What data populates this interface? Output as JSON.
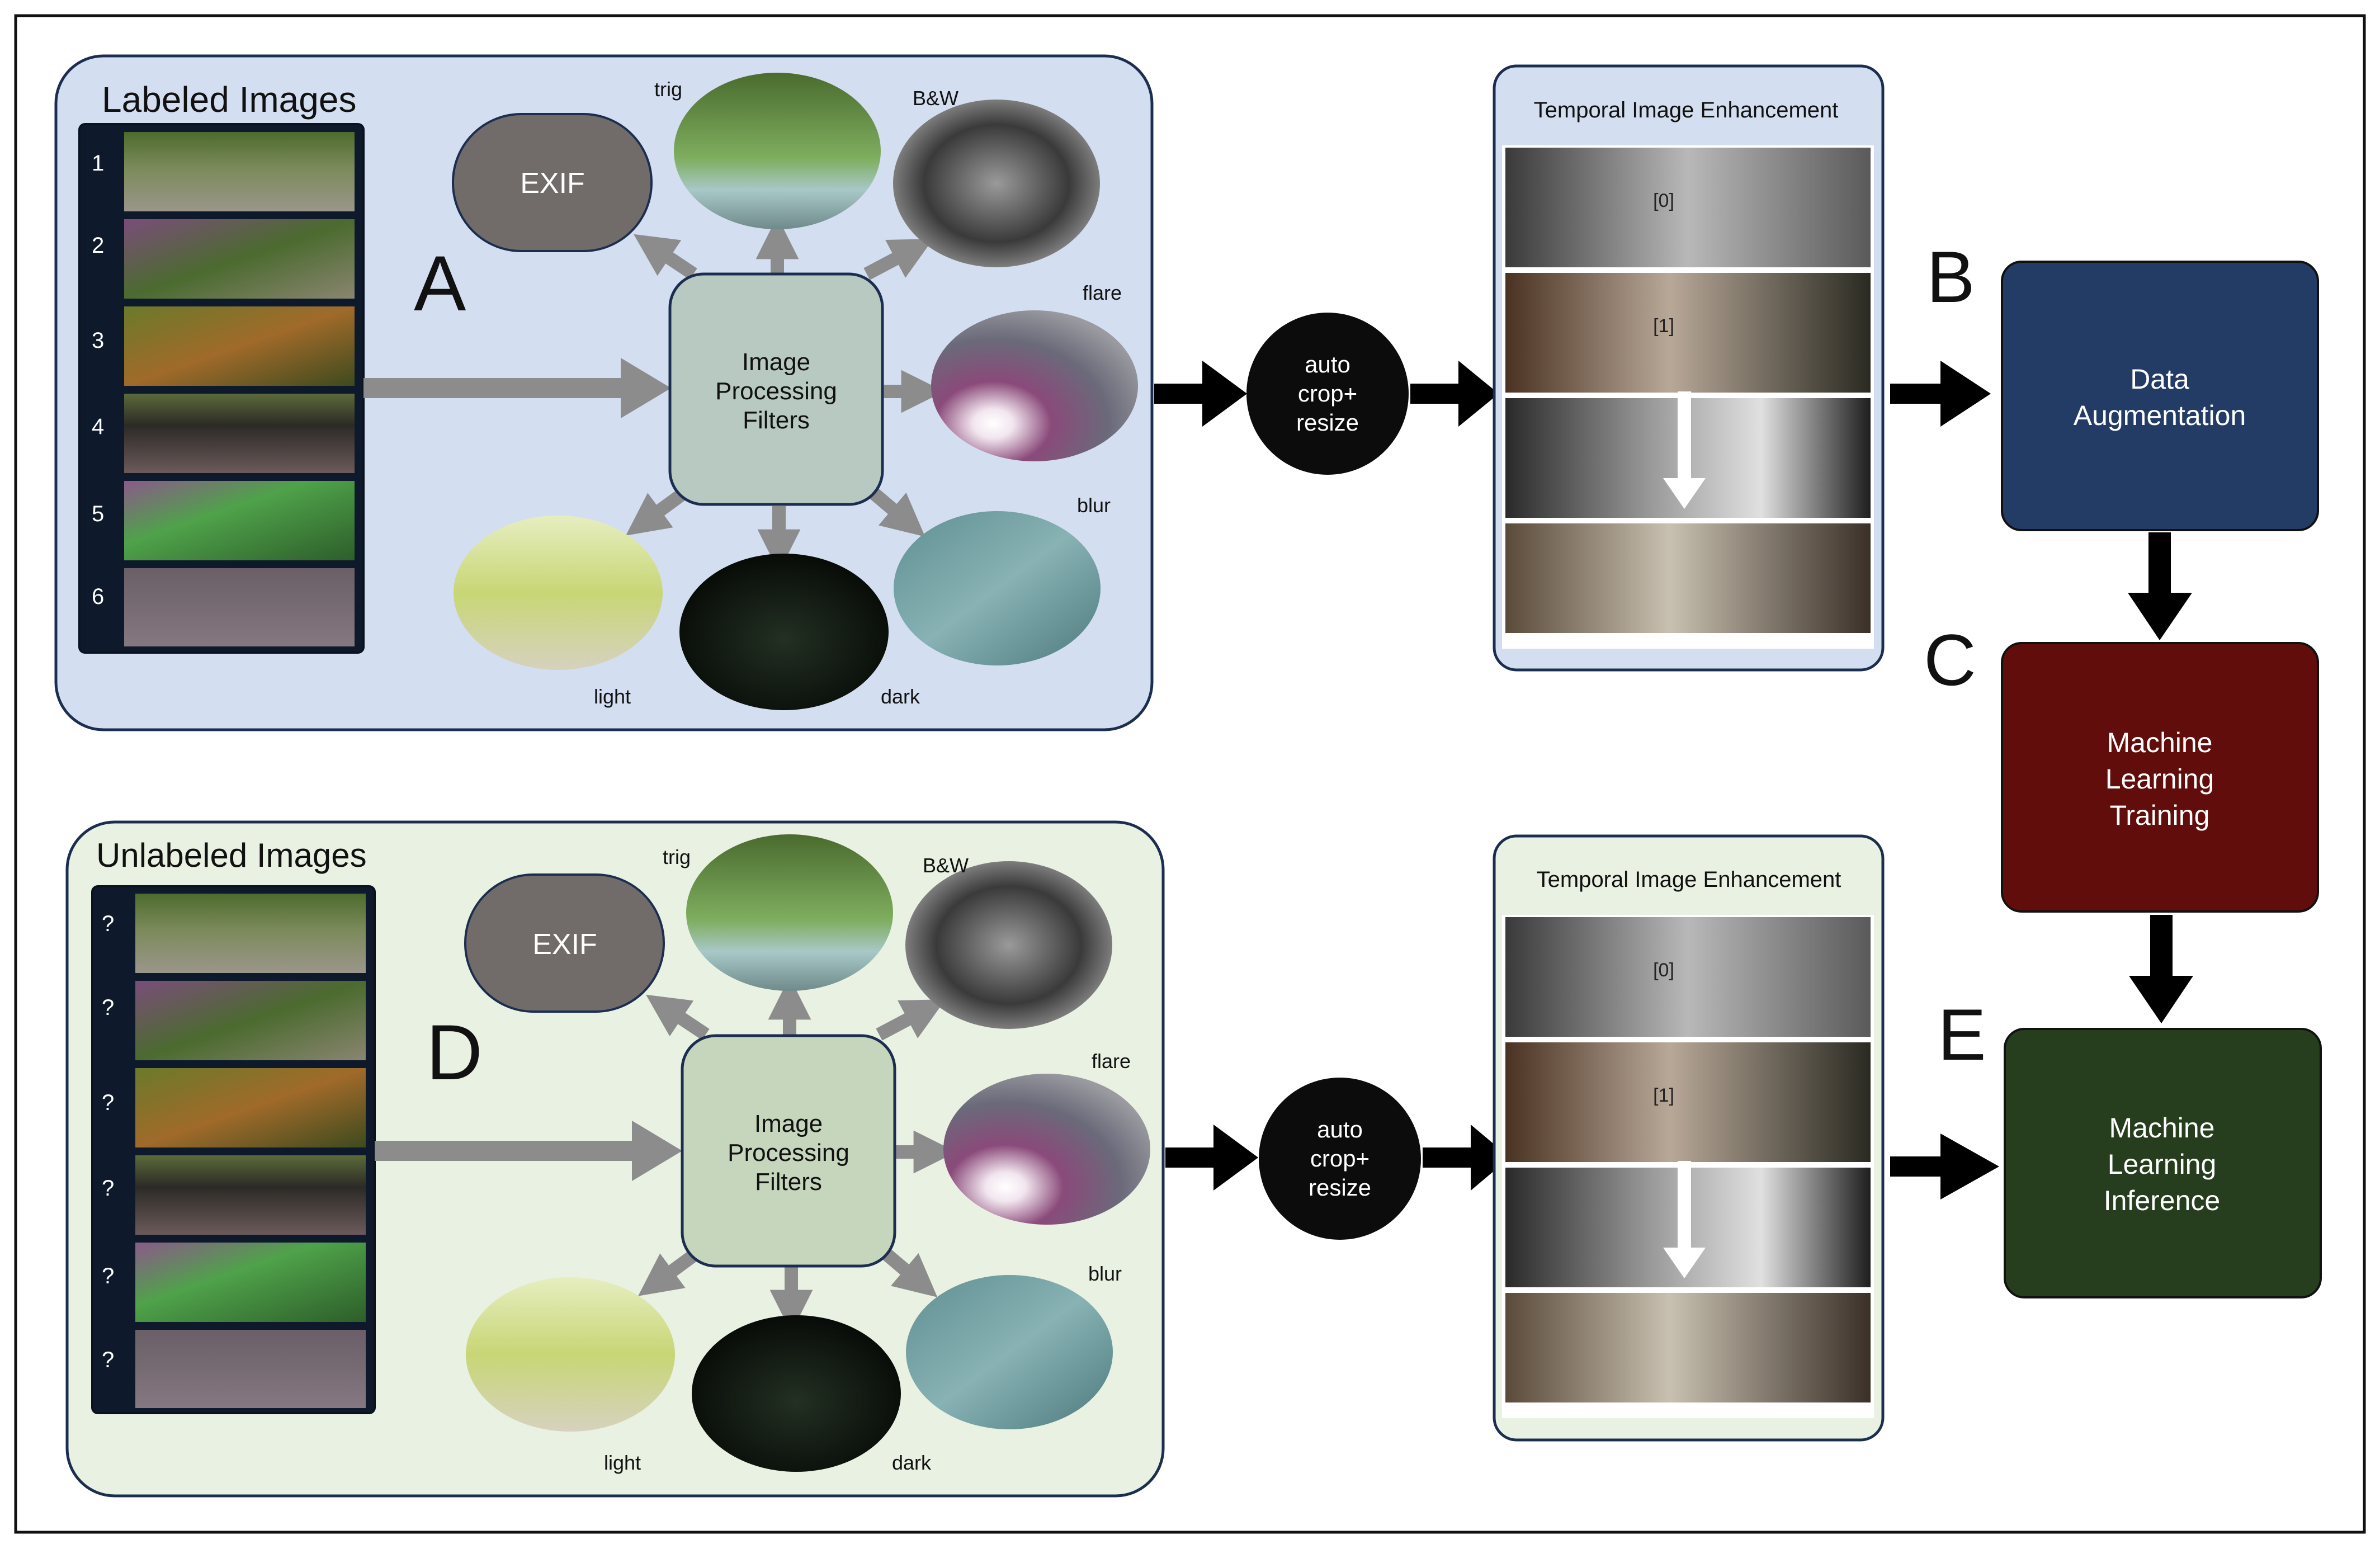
{
  "colors": {
    "panel_top_fill": "#d4def1",
    "panel_bottom_fill": "#e9f1e3",
    "panel_stroke": "#1c2e4f",
    "exif_fill": "#716b69",
    "filter_box_top": "#b8c9c2",
    "filter_box_bottom": "#c6d6bd",
    "filter_arrow": "#8c8c8c",
    "flow_arrow": "#000000",
    "auto_circle": "#0c0c0c",
    "data_aug_fill": "#233c66",
    "ml_training_fill": "#610d0b",
    "ml_inference_fill": "#263e1d",
    "film_strip": "#0e1a2c"
  },
  "labeled_panel": {
    "title": "Labeled Images",
    "letter": "A",
    "slot_labels": [
      "1",
      "2",
      "3",
      "4",
      "5",
      "6"
    ],
    "exif": "EXIF",
    "filters_box": [
      "Image",
      "Processing",
      "Filters"
    ],
    "thumb_labels": {
      "trig": "trig",
      "bw": "B&W",
      "flare": "flare",
      "blur": "blur",
      "light": "light",
      "dark": "dark"
    }
  },
  "unlabeled_panel": {
    "title": "Unlabeled Images",
    "letter": "D",
    "slot_labels": [
      "?",
      "?",
      "?",
      "?",
      "?",
      "?"
    ],
    "exif": "EXIF",
    "filters_box": [
      "Image",
      "Processing",
      "Filters"
    ],
    "thumb_labels": {
      "trig": "trig",
      "bw": "B&W",
      "flare": "flare",
      "blur": "blur",
      "light": "light",
      "dark": "dark"
    }
  },
  "auto_crop": [
    "auto",
    "crop+",
    "resize"
  ],
  "temporal": {
    "title": "Temporal Image Enhancement",
    "frame_tags": [
      "[0]",
      "[1]"
    ]
  },
  "stage_letters": {
    "b": "B",
    "c": "C",
    "e": "E"
  },
  "boxes": {
    "data_augmentation": [
      "Data",
      "Augmentation"
    ],
    "ml_training": [
      "Machine",
      "Learning",
      "Training"
    ],
    "ml_inference": [
      "Machine",
      "Learning",
      "Inference"
    ]
  },
  "icons": {
    "flow_arrow": "black-right-arrow",
    "filter_arrow": "gray-arrow",
    "down_arrow": "black-down-arrow"
  }
}
